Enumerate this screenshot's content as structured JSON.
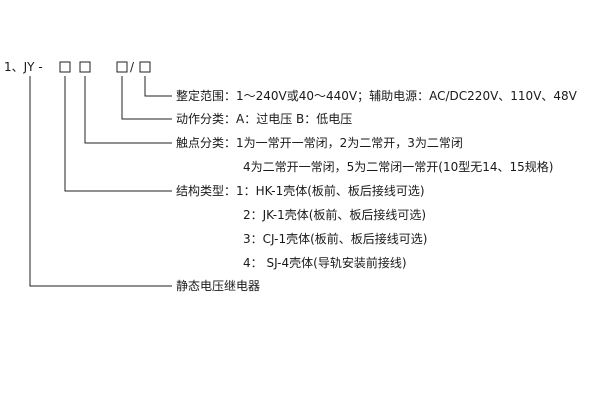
{
  "model": {
    "prefix": "1、JY -",
    "slash": "/"
  },
  "rows": {
    "setting": "整定范围：1～240V或40～440V；辅助电源：AC/DC220V、110V、48V",
    "action": "动作分类：A：过电压    B：低电压",
    "contact_1": "触点分类：1为一常开一常闭，2为二常开，3为二常闭",
    "contact_2": "4为二常开一常闭，5为二常闭一常开(10型无14、15规格)",
    "structure_1": "结构类型：1：HK-1壳体(板前、板后接线可选)",
    "structure_2": "2：JK-1壳体(板前、板后接线可选)",
    "structure_3": "3：CJ-1壳体(板前、板后接线可选)",
    "structure_4": "4：  SJ-4壳体(导轨安装前接线)",
    "name": "静态电压继电器"
  }
}
